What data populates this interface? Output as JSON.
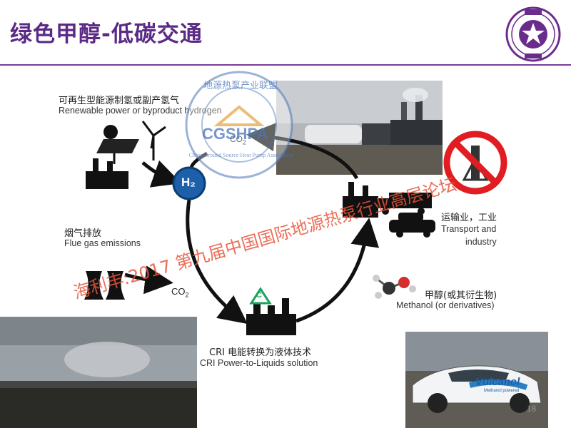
{
  "slide": {
    "title": "绿色甲醇-低碳交通",
    "page_number": "18"
  },
  "diagram": {
    "renewable_cn": "可再生型能源制氢或副产氢气",
    "renewable_en": "Renewable power or byproduct hydrogen",
    "flue_cn": "烟气排放",
    "flue_en": "Flue gas emissions",
    "transport_cn": "运输业，工业",
    "transport_en_1": "Transport and",
    "transport_en_2": "industry",
    "methanol_cn": "甲醇(或其衍生物)",
    "methanol_en": "Methanol (or derivatives)",
    "cri_cn": "CRI 电能转换为液体技术",
    "cri_en": "CRI Power-to-Liquids solution",
    "h2": "H₂",
    "co2_top": "CO",
    "co2_top_sub": "2",
    "co2_mid": "CO",
    "co2_mid_sub": "2",
    "c_symbol": "C"
  },
  "watermark": {
    "stamp_top": "地源热泵产业联盟",
    "stamp_center": "CGSHPA",
    "stamp_bottom": "China Ground Source Heat Pump Association",
    "overlay": "海利丰:2017 第九届中国国际地源热泵行业高层论坛"
  },
  "photos": {
    "car_brand": "Vulcanol",
    "car_sub": "Methanol powered"
  },
  "colors": {
    "title": "#5b2a86",
    "rule": "#7a3c98",
    "watermark": "#e8563c",
    "h2_badge": "#1d5fa8",
    "stamp": "#4a74b8"
  }
}
